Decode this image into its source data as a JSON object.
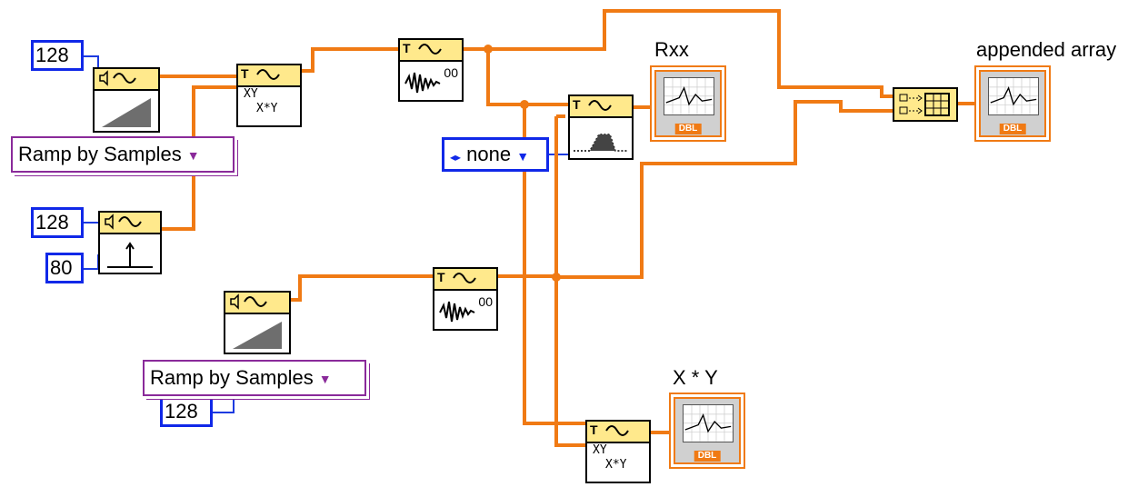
{
  "labels": {
    "rxx": "Rxx",
    "appended_array": "appended array",
    "xy": "X * Y"
  },
  "constants": {
    "samples_top": "128",
    "impulse_samples": "128",
    "impulse_index": "80",
    "samples_bottom": "128"
  },
  "rings": {
    "ramp_top": "Ramp by Samples",
    "ramp_bottom": "Ramp by Samples"
  },
  "enum": {
    "window": "none"
  },
  "icon_text": {
    "fft_tag": "00",
    "mult_line1": "XY",
    "mult_line2": "X*Y",
    "dbl": "DBL"
  },
  "colors": {
    "wire": "#f07a14",
    "constant_border": "#1028e8",
    "ring_border": "#8a2a9a",
    "vi_header": "#ffe98c"
  },
  "icons": [
    "speaker-icon",
    "hammer-icon",
    "sine-wave-icon",
    "ramp-icon",
    "impulse-icon",
    "noise-icon",
    "build-array-icon",
    "graph-icon"
  ]
}
